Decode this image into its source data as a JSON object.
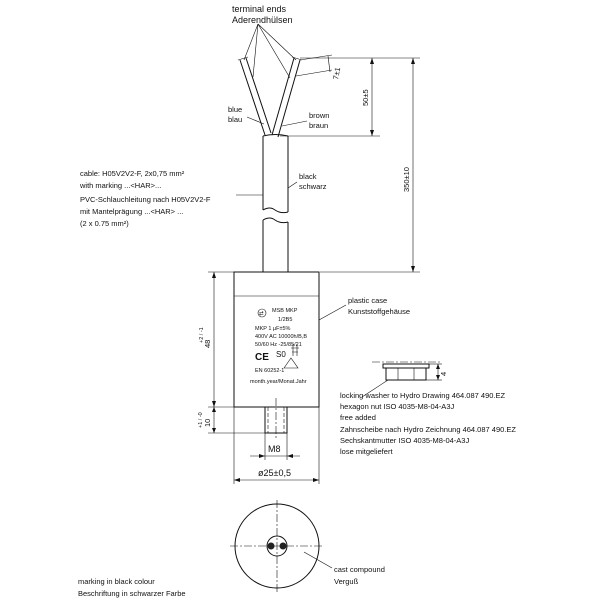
{
  "labels": {
    "terminal_en": "terminal ends",
    "terminal_de": "Aderendhülsen",
    "blue_en": "blue",
    "blue_de": "blau",
    "brown_en": "brown",
    "brown_de": "braun",
    "black_en": "black",
    "black_de": "schwarz",
    "cable_1": "cable: H05V2V2-F, 2x0,75 mm²",
    "cable_2": "with marking ...<HAR>...",
    "cable_3": "PVC-Schlauchleitung nach H05V2V2-F",
    "cable_4": "mit Mantelprägung ...<HAR> ...",
    "cable_5": "(2 x 0.75 mm²)",
    "case_en": "plastic case",
    "case_de": "Kunststoffgehäuse",
    "washer_1": "locking washer to Hydro Drawing 464.087 490.EZ",
    "washer_2": "hexagon nut ISO 4035-M8-04-A3J",
    "washer_3": "free added",
    "washer_4": "Zahnscheibe nach Hydro Zeichnung 464.087 490.EZ",
    "washer_5": "Sechskantmutter ISO 4035-M8-04-A3J",
    "washer_6": "lose mitgeliefert",
    "compound_en": "cast compound",
    "compound_de": "Verguß",
    "marking_en": "marking in black colour",
    "marking_de": "Beschriftung in schwarzer Farbe"
  },
  "dimensions": {
    "tip": "7±1",
    "strip": "50±5",
    "overall": "350±10",
    "body_h": "48",
    "body_tol": "+2 / -1",
    "stud": "10",
    "stud_tol": "+1 / -0",
    "thread": "M8",
    "diameter": "ø25±0,5",
    "nut_h": "4"
  },
  "case_marking": {
    "line1": "MSB MKP",
    "line2": "1/2B5",
    "line3": "MKP 1 µF±5%",
    "line4": "400V AC 10000h/B,B",
    "line5": "50/60 Hz -25/85/21",
    "ce": "CE",
    "s0": "S0",
    "std": "EN 60252-1",
    "date": "month.year/Monat.Jahr"
  }
}
